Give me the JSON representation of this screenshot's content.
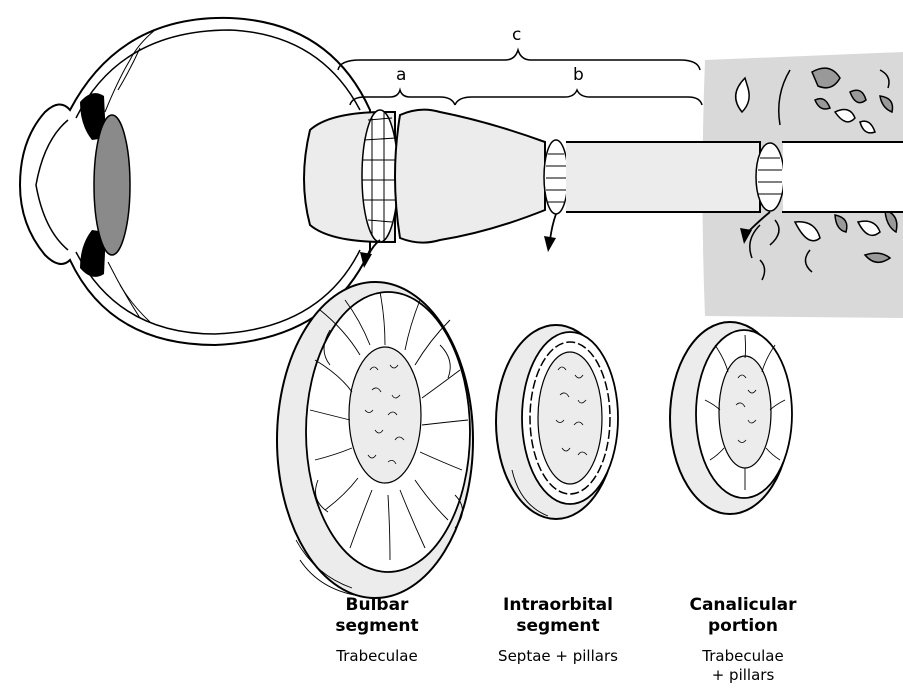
{
  "labels": {
    "c": "c",
    "a": "a",
    "b": "b"
  },
  "captions": {
    "bulbar": {
      "title_line1": "Bulbar",
      "title_line2": "segment",
      "sub_line1": "Trabeculae",
      "sub_line2": ""
    },
    "intraorbital": {
      "title_line1": "Intraorbital",
      "title_line2": "segment",
      "sub_line1": "Septae + pillars",
      "sub_line2": ""
    },
    "canalicular": {
      "title_line1": "Canalicular",
      "title_line2": "portion",
      "sub_line1": "Trabeculae",
      "sub_line2": "+ pillars"
    }
  },
  "colors": {
    "nerve_fill": "#ececec",
    "canal_bone": "#d9d9d9",
    "lens": "#8a8a8a",
    "stroke": "#000000",
    "disc_fill": "#ececec"
  }
}
